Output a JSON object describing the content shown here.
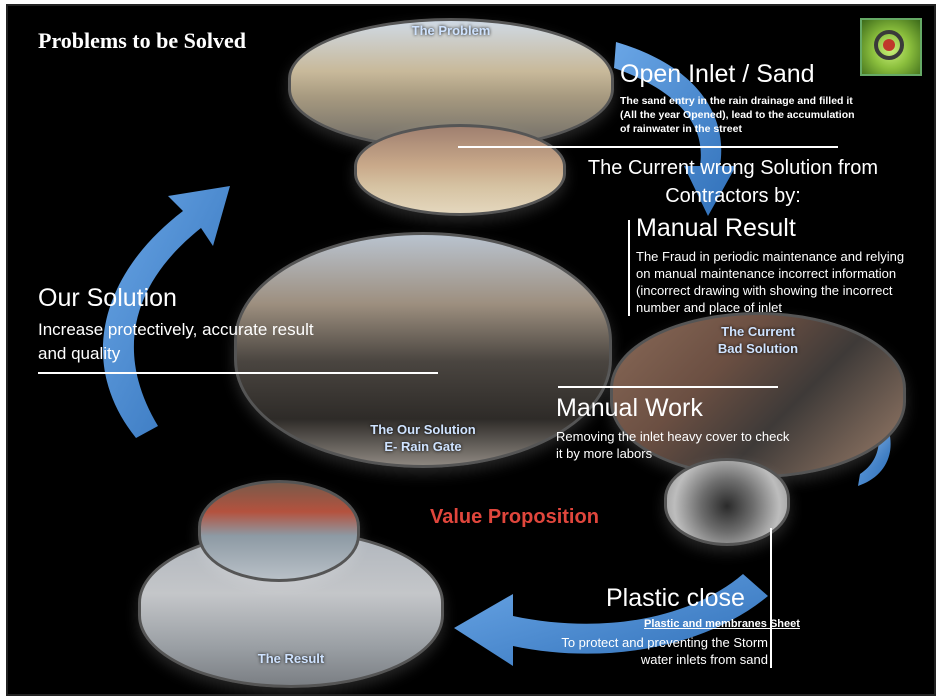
{
  "slide": {
    "header": "Problems to be Solved",
    "photos": {
      "problem": "The Problem",
      "current_bad": "The Current\nBad Solution",
      "our_solution": "The Our Solution\nE- Rain Gate",
      "result": "The Result"
    },
    "open_inlet": {
      "title": "Open Inlet / Sand",
      "text": "The sand entry in the rain drainage and filled it (All the year Opened), lead to the accumulation of rainwater in the street"
    },
    "current_wrong": "The Current wrong Solution from Contractors by:",
    "manual_result": {
      "title": "Manual Result",
      "text": "The Fraud in periodic maintenance and relying on manual maintenance incorrect information (incorrect drawing with showing the incorrect number and place of inlet"
    },
    "our_solution": {
      "title": "Our Solution",
      "text": "Increase protectively, accurate result and quality"
    },
    "manual_work": {
      "title": "Manual Work",
      "text": "Removing the inlet heavy cover to check it by more labors"
    },
    "value_proposition": "Value Proposition",
    "plastic_close": {
      "title": "Plastic close",
      "subtitle": "Plastic and membranes Sheet",
      "text": "To protect and preventing the Storm water inlets from sand"
    },
    "colors": {
      "background": "#000000",
      "arrow": "#4a86c9",
      "value_red": "#e0463c",
      "caption": "#cfe3ff"
    }
  }
}
